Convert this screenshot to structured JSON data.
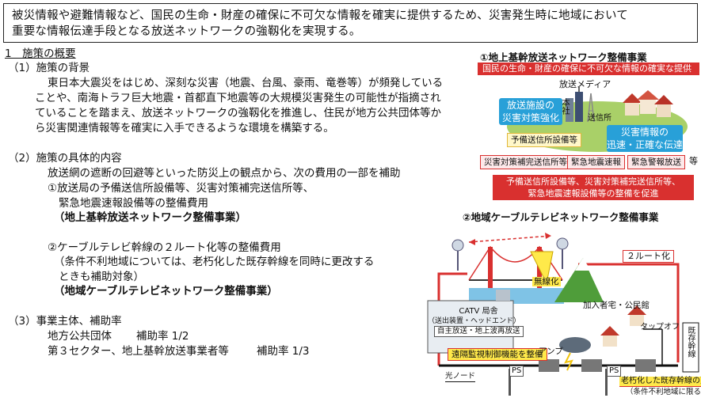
{
  "header": {
    "line1": "被災情報や避難情報など、国民の生命・財産の確保に不可欠な情報を確実に提供するため、災害発生時に地域において",
    "line2": "重要な情報伝達手段となる放送ネットワークの強靱化を実現する。"
  },
  "overview": {
    "section_title": "1　施策の概要",
    "background": {
      "heading": "（1）施策の背景",
      "lines": [
        "東日本大震災をはじめ、深刻な災害（地震、台風、豪雨、竜巻等）が頻発している",
        "ことや、南海トラフ巨大地震・首都直下地震等の大規模災害発生の可能性が指摘され",
        "ていることを踏まえ、放送ネットワークの強靱化を推進し、住民が地方公共団体等か",
        "ら災害関連情報等を確実に入手できるような環境を構築する。"
      ]
    },
    "content": {
      "heading": "（2）施策の具体的内容",
      "intro": "放送網の遮断の回避等といった防災上の観点から、次の費用の一部を補助",
      "item1_a": "①放送局の予備送信所設備等、災害対策補完送信所等、",
      "item1_b": "緊急地震速報設備等の整備費用",
      "item1_project": "（地上基幹放送ネットワーク整備事業）",
      "item2_a": "②ケーブルテレビ幹線の２ルート化等の整備費用",
      "item2_b": "（条件不利地域については、老朽化した既存幹線を同時に更改する",
      "item2_c": "ときも補助対象）",
      "item2_project": "（地域ケーブルテレビネットワーク整備事業）"
    },
    "entity": {
      "heading": "（3）事業主体、補助率",
      "row1_label": "地方公共団体",
      "row1_rate": "補助率 1/2",
      "row2_label": "第３セクター、地上基幹放送事業者等",
      "row2_rate": "補助率 1/3"
    }
  },
  "diagram1": {
    "title": "①地上基幹放送ネットワーク整備事業",
    "banner": "国民の生命・財産の確保に不可欠な情報の確実な提供",
    "media_label": "放送メディア",
    "station_label": "本社",
    "relay_label": "送信所",
    "box_left_1": "放送施設の",
    "box_left_2": "災害対策強化",
    "box_right_1": "災害情報の",
    "box_right_2": "迅速・正確な伝達",
    "reserve": "予備送信所設備等",
    "tags": [
      "災害対策補完送信所等",
      "緊急地震速報",
      "緊急警報放送"
    ],
    "tags_suffix": "等",
    "bottom_1": "予備送信所設備等、災害対策補完送信所等、",
    "bottom_2": "緊急地震速報設備等の整備を促進"
  },
  "diagram2": {
    "title": "②地域ケーブルテレビネットワーク整備事業",
    "wireless": "無線化",
    "two_route": "２ルート化",
    "catv_title": "CATV 局舎",
    "catv_sub": "（送出装置・ヘッドエンド）",
    "self_broadcast": "自主放送・地上波再放送",
    "remote": "遠隔監視制御機能を整備",
    "optical_node": "光ノード",
    "amp": "アンプ",
    "ps1": "PS",
    "ps2": "PS",
    "subscriber": "加入者宅・公民館",
    "tapoff": "タップオフ",
    "existing": "既存幹線",
    "renewal": "老朽化した既存幹線の更新",
    "renewal_note": "（条件不利地域に限る）"
  },
  "colors": {
    "red": "#d9302f",
    "blue": "#28a0d8",
    "green": "#9bc95a",
    "yellow": "#ffe94a"
  }
}
